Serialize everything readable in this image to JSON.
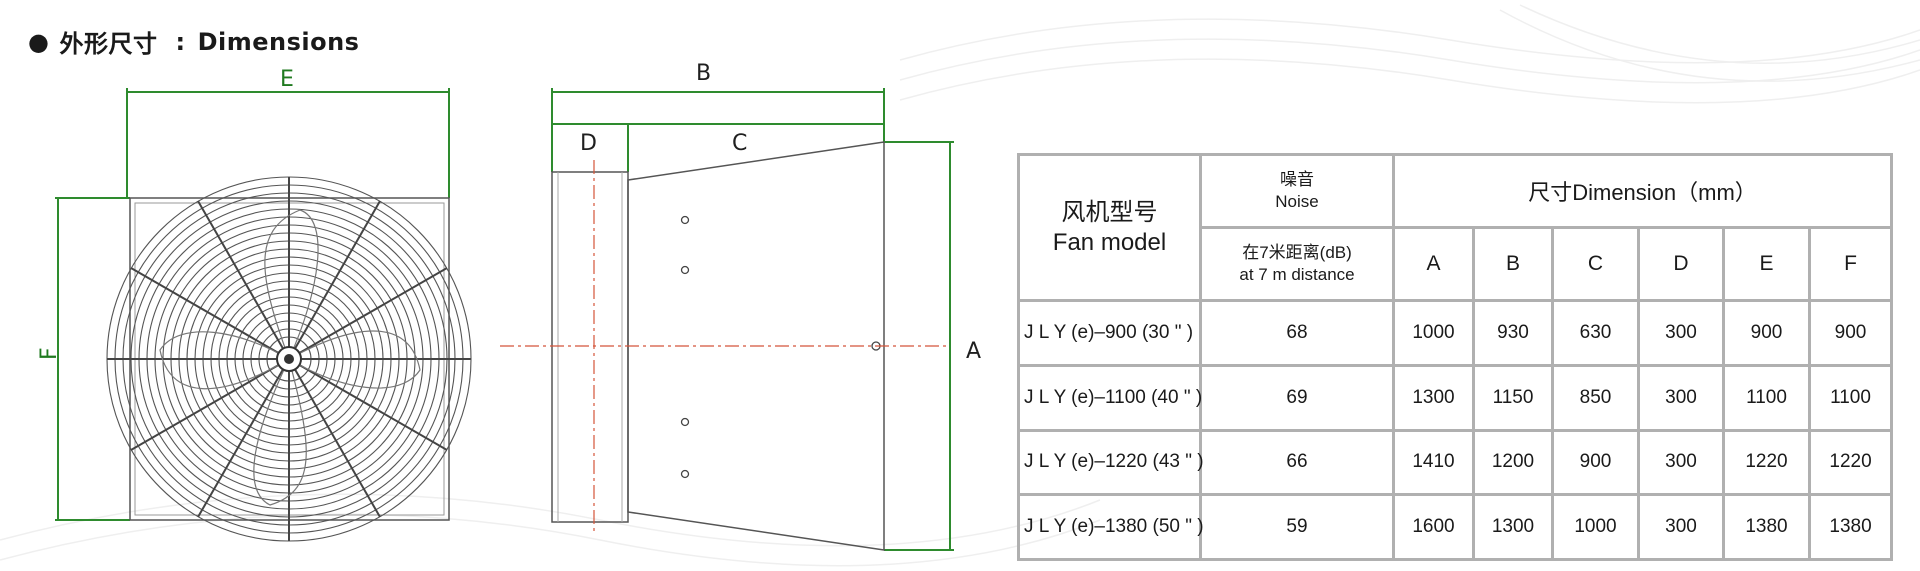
{
  "heading": {
    "bullet": "●",
    "title_cn": "外形尺寸",
    "colon": ":",
    "title_en": "Dimensions"
  },
  "drawing": {
    "labels": {
      "E": "E",
      "F": "F",
      "B": "B",
      "C": "C",
      "D": "D",
      "A": "A"
    },
    "colors": {
      "dimension_line": "#2e8b2e",
      "outline": "#555555",
      "center_line": "#d4553a"
    }
  },
  "table": {
    "model_header_cn": "风机型号",
    "model_header_en": "Fan model",
    "noise_header_cn": "噪音",
    "noise_header_en": "Noise",
    "noise_sub_cn": "在7米距离(dB)",
    "noise_sub_en": "at 7 m distance",
    "dimension_header": "尺寸Dimension（mm）",
    "columns": [
      "A",
      "B",
      "C",
      "D",
      "E",
      "F"
    ],
    "rows": [
      {
        "model": "J L Y (e)–900 (30 \" )",
        "noise": "68",
        "A": "1000",
        "B": "930",
        "C": "630",
        "D": "300",
        "E": "900",
        "F": "900"
      },
      {
        "model": "J L Y (e)–1100 (40 \" )",
        "noise": "69",
        "A": "1300",
        "B": "1150",
        "C": "850",
        "D": "300",
        "E": "1100",
        "F": "1100"
      },
      {
        "model": "J L Y (e)–1220 (43 \" )",
        "noise": "66",
        "A": "1410",
        "B": "1200",
        "C": "900",
        "D": "300",
        "E": "1220",
        "F": "1220"
      },
      {
        "model": "J L Y (e)–1380 (50 \" )",
        "noise": "59",
        "A": "1600",
        "B": "1300",
        "C": "1000",
        "D": "300",
        "E": "1380",
        "F": "1380"
      }
    ]
  }
}
